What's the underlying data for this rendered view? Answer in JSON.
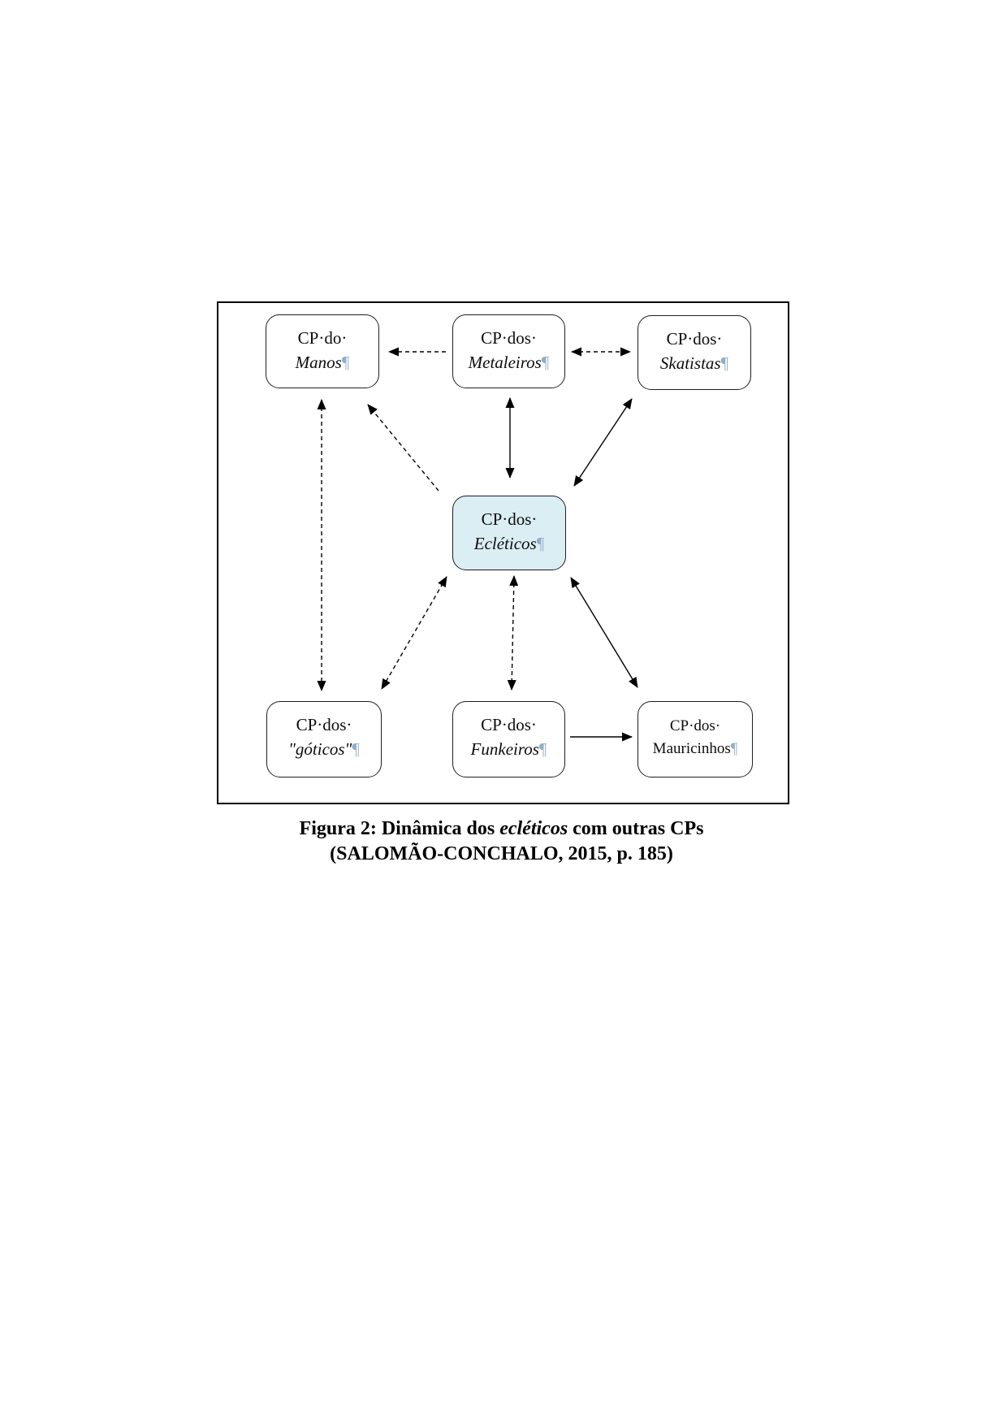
{
  "figure": {
    "boxes": {
      "manos": {
        "line1": "CP·do·",
        "line2": "Manos",
        "mark": "¶"
      },
      "metaleiros": {
        "line1": "CP·dos·",
        "line2": "Metaleiros",
        "mark": "¶"
      },
      "skatistas": {
        "line1": "CP·dos·",
        "line2": "Skatistas",
        "mark": "¶"
      },
      "ecleticos": {
        "line1": "CP·dos·",
        "line2": "Ecléticos",
        "mark": "¶"
      },
      "goticos": {
        "line1": "CP·dos·",
        "line2": "\"góticos\"",
        "mark": "¶"
      },
      "funkeiros": {
        "line1": "CP·dos·",
        "line2": "Funkeiros",
        "mark": "¶"
      },
      "mauricinhos": {
        "line1": "CP·dos·",
        "line2": "Mauricinhos",
        "mark": "¶"
      }
    },
    "connectors": [
      {
        "from": "Metaleiros",
        "to": "Manos",
        "style": "dashed",
        "heads": "single"
      },
      {
        "from": "Metaleiros",
        "to": "Skatistas",
        "style": "dashed",
        "heads": "double"
      },
      {
        "from": "Metaleiros",
        "to": "Ecléticos",
        "style": "solid",
        "heads": "double"
      },
      {
        "from": "Skatistas",
        "to": "Ecléticos",
        "style": "solid",
        "heads": "double"
      },
      {
        "from": "Ecléticos",
        "to": "Manos",
        "style": "dashed",
        "heads": "single"
      },
      {
        "from": "Manos",
        "to": "góticos",
        "style": "dashed",
        "heads": "double"
      },
      {
        "from": "Ecléticos",
        "to": "góticos",
        "style": "dashed",
        "heads": "double"
      },
      {
        "from": "Ecléticos",
        "to": "Funkeiros",
        "style": "dashed",
        "heads": "double"
      },
      {
        "from": "Ecléticos",
        "to": "Mauricinhos",
        "style": "solid",
        "heads": "double"
      },
      {
        "from": "Funkeiros",
        "to": "Mauricinhos",
        "style": "solid",
        "heads": "single"
      }
    ],
    "colors": {
      "ecleticos_fill": "#DAEEF3",
      "box_border": "#1F1F1F",
      "arrow": "#000000",
      "pilcrow": "#8FAEC6"
    }
  },
  "caption": {
    "line1_prefix": "Figura 2: Dinâmica dos ",
    "line1_italic": "ecléticos",
    "line1_suffix": " com outras CPs",
    "line2": "(SALOMÃO-CONCHALO, 2015, p. 185)"
  }
}
